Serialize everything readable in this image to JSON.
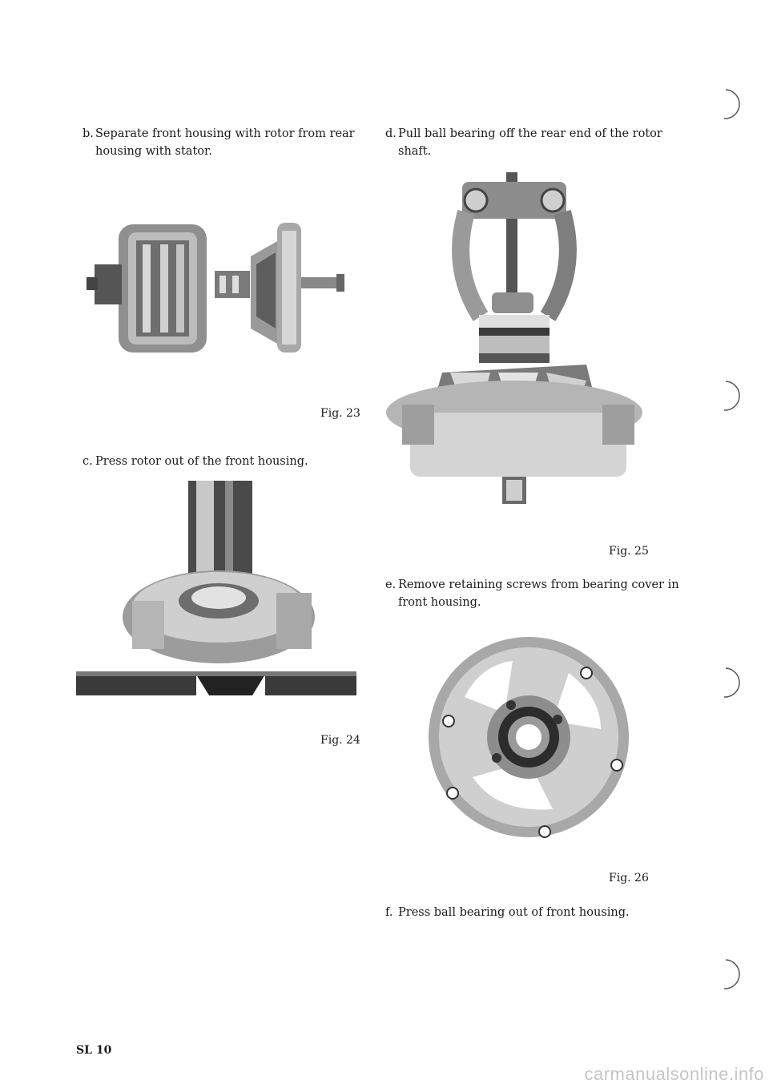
{
  "steps": {
    "b": {
      "letter": "b.",
      "line1": "Separate front housing with rotor from rear",
      "line2": "housing with stator."
    },
    "c": {
      "letter": "c.",
      "line1": "Press rotor out of the front housing."
    },
    "d": {
      "letter": "d.",
      "line1": "Pull ball bearing off the rear end of the rotor",
      "line2": "shaft."
    },
    "e": {
      "letter": "e.",
      "line1": "Remove retaining screws from bearing cover in",
      "line2": "front housing."
    },
    "f": {
      "letter": "f.",
      "line1": "Press ball bearing out of front housing."
    }
  },
  "figures": {
    "fig23": "Fig. 23",
    "fig24": "Fig. 24",
    "fig25": "Fig. 25",
    "fig26": "Fig. 26"
  },
  "footer": {
    "page_code": "SL 10"
  },
  "watermark": "carmanualsonline.info",
  "icons": {
    "punch_hole": "punch-hole-icon"
  }
}
